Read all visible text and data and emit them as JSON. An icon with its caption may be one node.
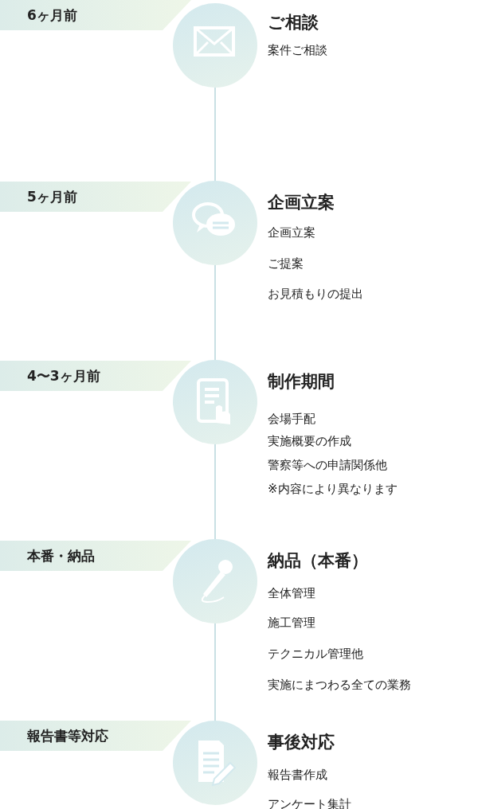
{
  "diagram": {
    "nodes": [
      {
        "text": [
          "6ヶ月前"
        ]
      },
      {
        "text": [],
        "shape": "circle",
        "beside": [
          "ご相談",
          "案件ご相談"
        ]
      },
      {
        "text": [
          "5ヶ月前"
        ]
      },
      {
        "text": [],
        "shape": "circle",
        "beside": [
          "企画立案",
          "企画立案",
          "ご提案",
          "お見積もりの提出"
        ]
      },
      {
        "text": [
          "4〜3ヶ月前"
        ]
      },
      {
        "text": [],
        "shape": "circle",
        "beside": [
          "制作期間",
          "会場手配",
          "実施概要の作成",
          "警察等への申請関係他",
          "※内容により異なります"
        ]
      },
      {
        "text": [
          "本番・納品"
        ]
      },
      {
        "text": [],
        "shape": "circle",
        "beside": [
          "納品（本番）",
          "全体管理",
          "施工管理",
          "テクニカル管理他",
          "実施にまつわる全ての業務"
        ]
      },
      {
        "text": [
          "報告書等対応"
        ]
      },
      {
        "text": [],
        "shape": "circle",
        "beside": [
          "事後対応",
          "報告書作成",
          "アンケート集計"
        ]
      }
    ],
    "edges": [
      {
        "from": 1,
        "to": 3,
        "arrow": "none"
      },
      {
        "from": 3,
        "to": 5,
        "arrow": "none"
      },
      {
        "from": 5,
        "to": 7,
        "arrow": "none"
      },
      {
        "from": 7,
        "to": 9,
        "arrow": "none"
      }
    ]
  }
}
